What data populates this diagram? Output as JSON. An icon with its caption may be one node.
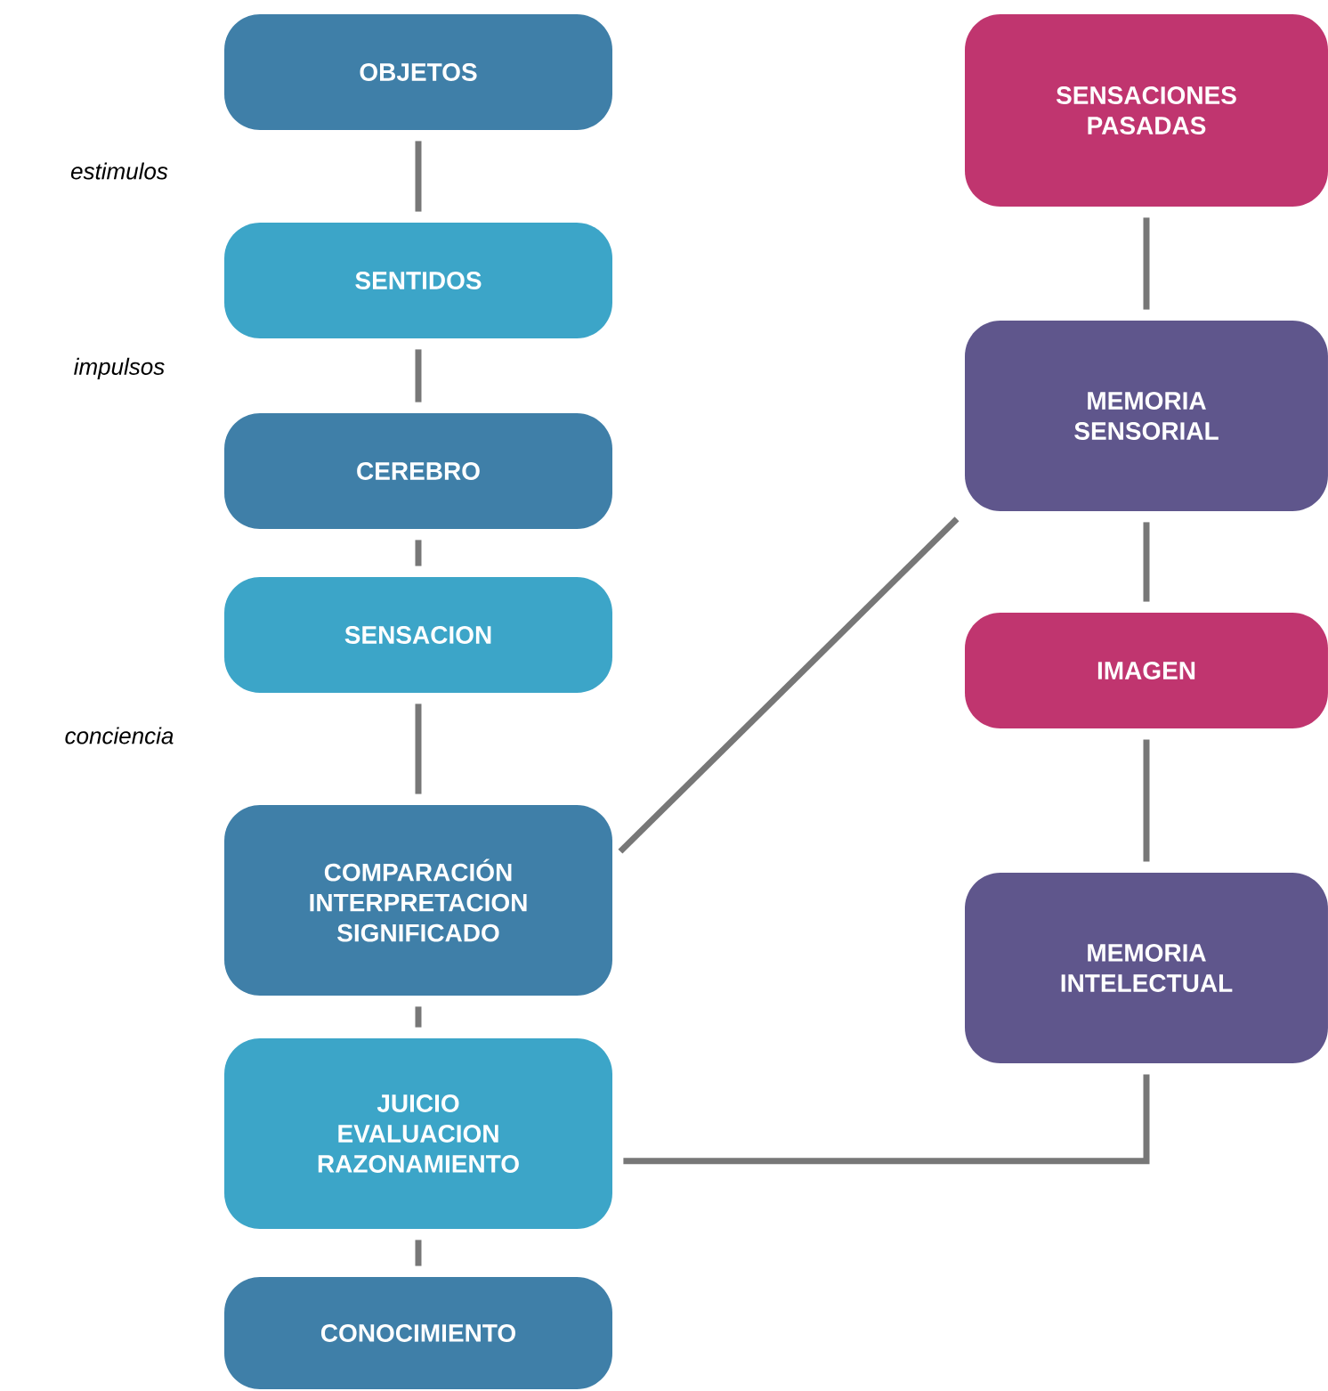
{
  "diagram": {
    "nodes": [
      {
        "text": [
          "OBJETOS"
        ]
      },
      {
        "text": [
          "SENTIDOS"
        ]
      },
      {
        "text": [
          "CEREBRO"
        ]
      },
      {
        "text": [
          "SENSACION"
        ]
      },
      {
        "text": [
          "COMPARACIÓN INTERPRETACION SIGNIFICADO"
        ]
      },
      {
        "text": [
          "JUICIO EVALUACION RAZONAMIENTO"
        ]
      },
      {
        "text": [
          "CONOCIMIENTO"
        ]
      },
      {
        "text": [
          "SENSACIONES PASADAS"
        ]
      },
      {
        "text": [
          "MEMORIA SENSORIAL"
        ]
      },
      {
        "text": [
          "IMAGEN"
        ]
      },
      {
        "text": [
          "MEMORIA INTELECTUAL"
        ]
      }
    ],
    "edges": [
      {
        "from": 0,
        "to": 1,
        "arrow": "none"
      },
      {
        "from": 1,
        "to": 2,
        "arrow": "none"
      },
      {
        "from": 2,
        "to": 3,
        "arrow": "none"
      },
      {
        "from": 3,
        "to": 4,
        "arrow": "none"
      },
      {
        "from": 4,
        "to": 5,
        "arrow": "none"
      },
      {
        "from": 5,
        "to": 6,
        "arrow": "none"
      },
      {
        "from": 7,
        "to": 8,
        "arrow": "none"
      },
      {
        "from": 8,
        "to": 9,
        "arrow": "none"
      },
      {
        "from": 9,
        "to": 10,
        "arrow": "none"
      },
      {
        "from": 4,
        "to": 8,
        "arrow": "none"
      },
      {
        "from": 5,
        "to": 10,
        "arrow": "none"
      }
    ],
    "labels": [
      "estimulos",
      "impulsos",
      "conciencia"
    ]
  }
}
